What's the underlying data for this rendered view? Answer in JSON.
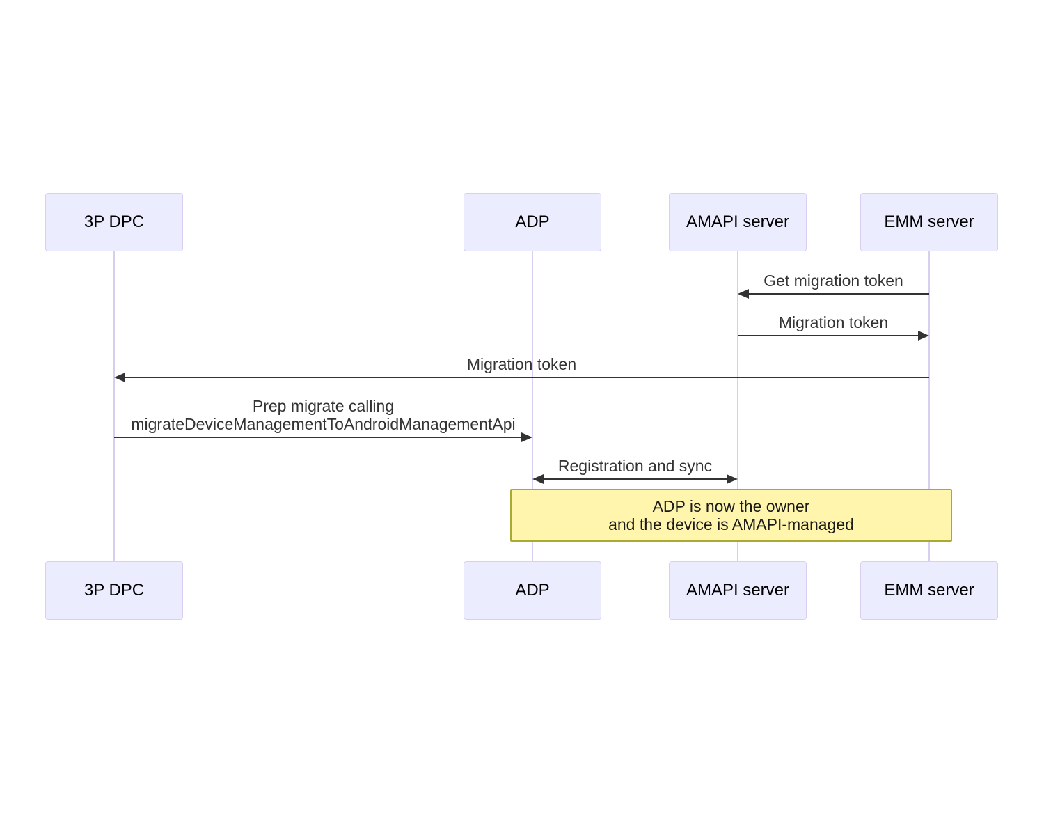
{
  "diagram": {
    "type": "sequence",
    "colors": {
      "actor_fill": "#ECECFF",
      "actor_border": "#DACEF3",
      "lifeline": "#D8CFF0",
      "arrow": "#333333",
      "message_text": "#333333",
      "actor_text": "#000000",
      "note_fill": "#FFF5AD",
      "note_border": "#AAAA33"
    },
    "participants": [
      {
        "id": "3p-dpc",
        "label": "3P DPC"
      },
      {
        "id": "adp",
        "label": "ADP"
      },
      {
        "id": "amapi-server",
        "label": "AMAPI server"
      },
      {
        "id": "emm-server",
        "label": "EMM server"
      }
    ],
    "messages": [
      {
        "from": "emm-server",
        "to": "amapi-server",
        "direction": "left",
        "lines": [
          "Get migration token"
        ]
      },
      {
        "from": "amapi-server",
        "to": "emm-server",
        "direction": "right",
        "lines": [
          "Migration token"
        ]
      },
      {
        "from": "emm-server",
        "to": "3p-dpc",
        "direction": "left",
        "lines": [
          "Migration token"
        ]
      },
      {
        "from": "3p-dpc",
        "to": "adp",
        "direction": "right",
        "lines": [
          "Prep migrate calling",
          "migrateDeviceManagementToAndroidManagementApi"
        ]
      },
      {
        "from": "adp",
        "to": "amapi-server",
        "direction": "both",
        "lines": [
          "Registration and sync"
        ]
      }
    ],
    "note": {
      "from": "adp",
      "to": "emm-server",
      "lines": [
        "ADP is now the owner",
        "and the device is AMAPI-managed"
      ]
    }
  }
}
